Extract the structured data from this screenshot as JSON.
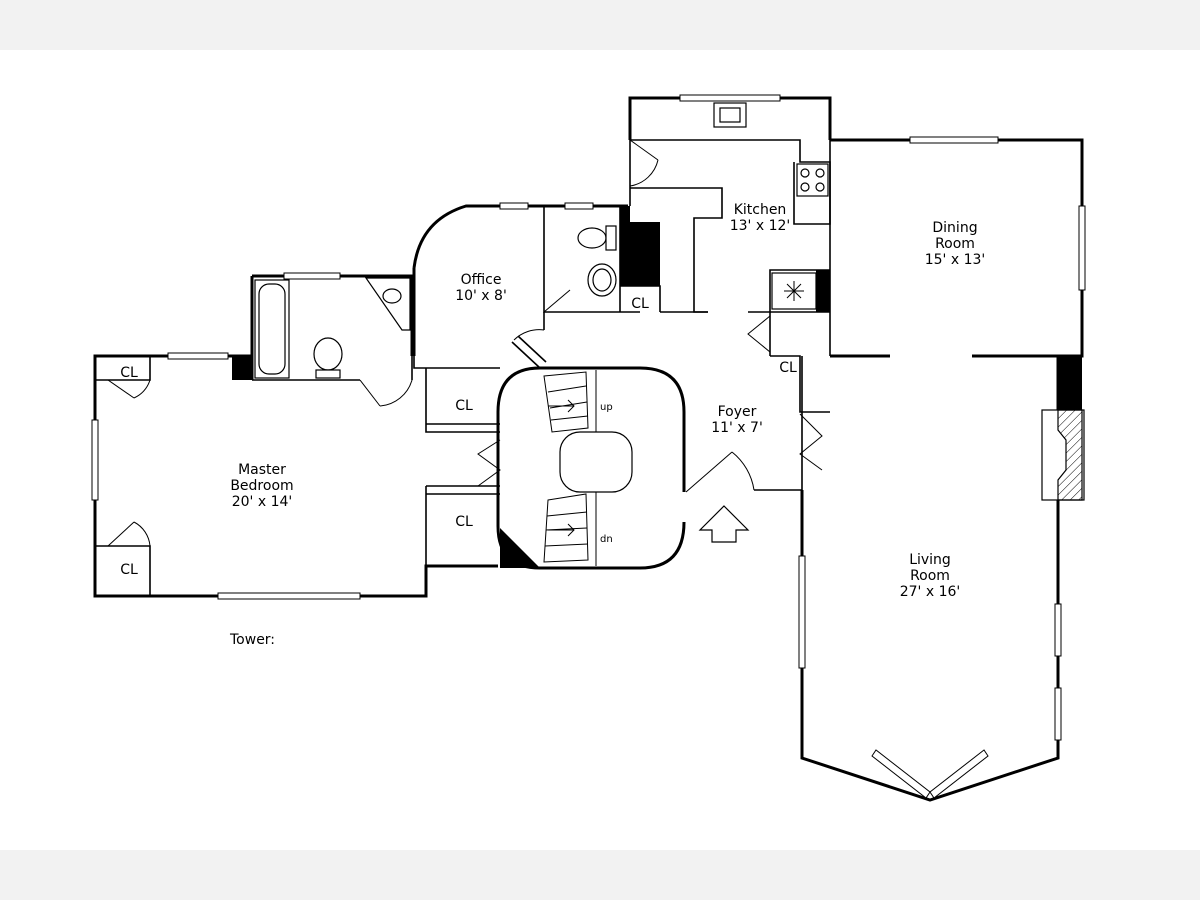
{
  "rooms": {
    "kitchen": {
      "name": "Kitchen",
      "dims": "13' x 12'"
    },
    "dining": {
      "name1": "Dining",
      "name2": "Room",
      "dims": "15' x 13'"
    },
    "office": {
      "name": "Office",
      "dims": "10' x 8'"
    },
    "foyer": {
      "name": "Foyer",
      "dims": "11' x 7'"
    },
    "master": {
      "name1": "Master",
      "name2": "Bedroom",
      "dims": "20' x 14'"
    },
    "living": {
      "name1": "Living",
      "name2": "Room",
      "dims": "27' x 16'"
    }
  },
  "closet_label": "CL",
  "stairs": {
    "up": "up",
    "down": "dn"
  },
  "tower_label": "Tower:"
}
